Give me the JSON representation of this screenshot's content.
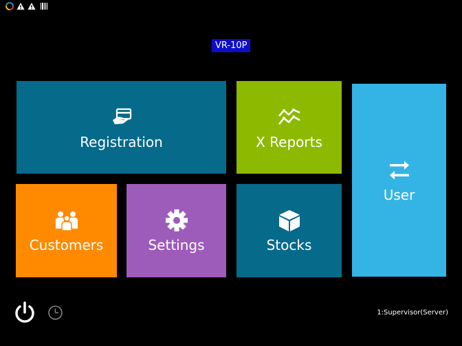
{
  "app": {
    "title": "VR-10P"
  },
  "status_bar": {
    "icons": [
      "google-pinwheel-icon",
      "warning-icon",
      "warning-icon",
      "barcode-icon"
    ]
  },
  "tiles": {
    "registration": {
      "label": "Registration",
      "icon": "card-in-hand-icon",
      "color": "#066a8b"
    },
    "x_reports": {
      "label": "X Reports",
      "icon": "trend-lines-icon",
      "color": "#8db901"
    },
    "user": {
      "label": "User",
      "icon": "swap-arrows-icon",
      "color": "#34b4e4"
    },
    "customers": {
      "label": "Customers",
      "icon": "people-group-icon",
      "color": "#ff8a00"
    },
    "settings": {
      "label": "Settings",
      "icon": "gear-icon",
      "color": "#9d5bba"
    },
    "stocks": {
      "label": "Stocks",
      "icon": "box-icon",
      "color": "#066a8b"
    }
  },
  "footer": {
    "power_icon": "power-icon",
    "clock_icon": "clock-icon",
    "user_status": "1:Supervisor(Server)"
  }
}
